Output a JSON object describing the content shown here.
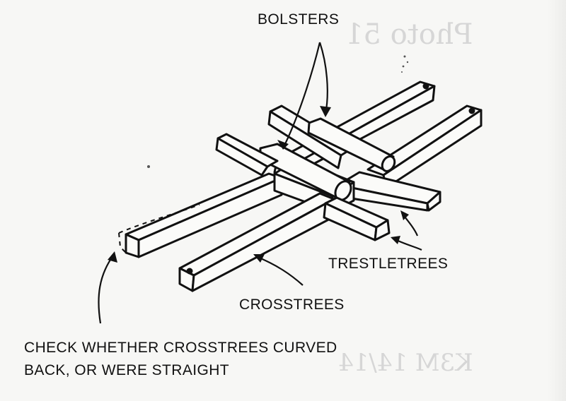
{
  "labels": {
    "bolsters": "BOLSTERS",
    "trestletrees": "TRESTLETREES",
    "crosstrees": "CROSSTREES",
    "note_line1": "CHECK WHETHER CROSSTREES CURVED",
    "note_line2": "BACK, OR WERE STRAIGHT"
  },
  "bleed_through": {
    "top": "Photo 51",
    "bottom": "K3M 14/14"
  },
  "colors": {
    "ink": "#111111",
    "paper": "#f7f7f5",
    "ghost": "#d6d6d6"
  }
}
